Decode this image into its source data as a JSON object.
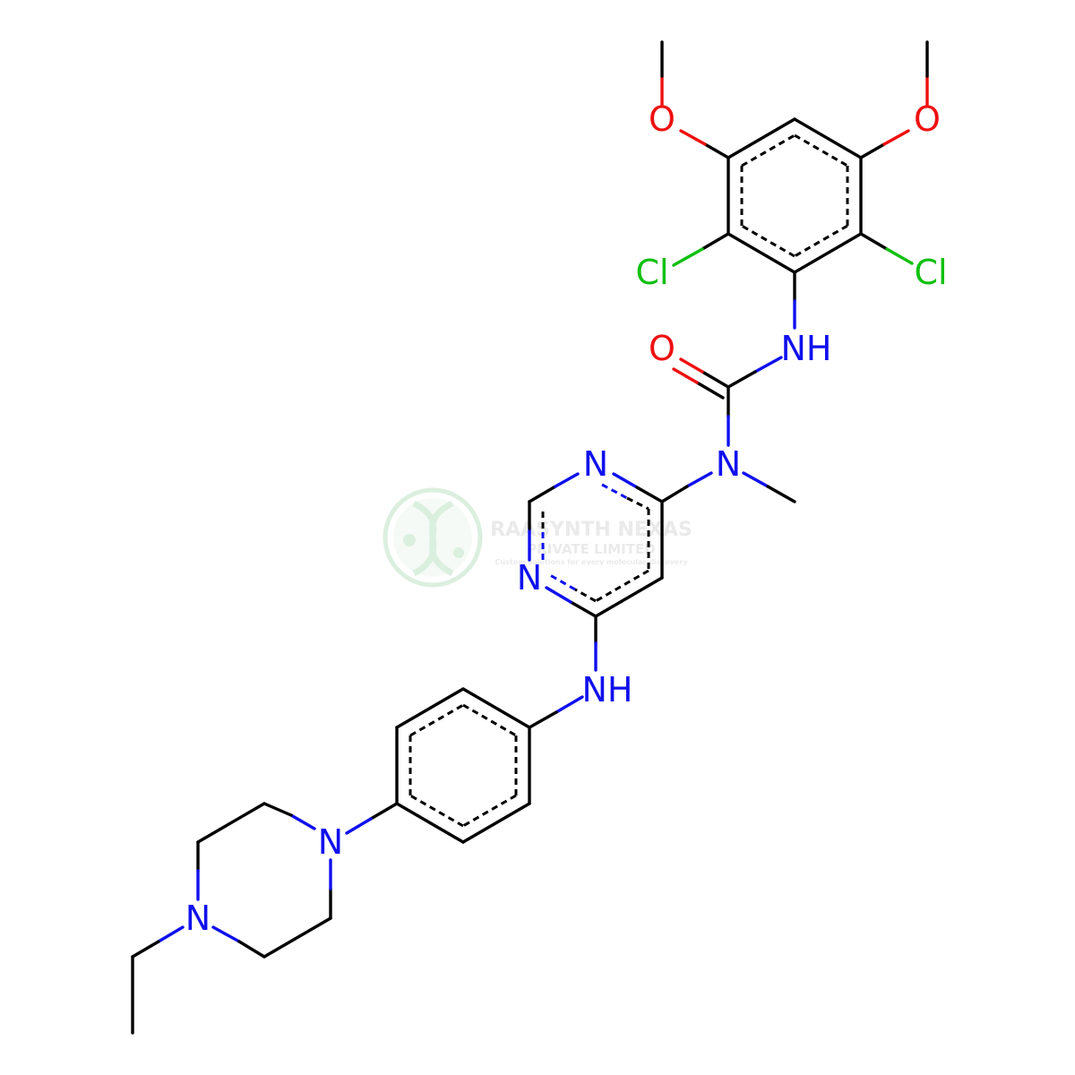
{
  "diagram": {
    "type": "chemical-structure",
    "atom_labels": {
      "o_methoxy_left": "O",
      "o_methoxy_right": "O",
      "cl_left": "Cl",
      "cl_right": "Cl",
      "nh_urea": "NH",
      "o_carbonyl": "O",
      "n_methyl": "N",
      "n_pyrimidine_top": "N",
      "n_pyrimidine_left": "N",
      "nh_aniline": "NH",
      "n_piperazine_1": "N",
      "n_piperazine_4": "N"
    },
    "colors": {
      "carbon_bond": "#000000",
      "nitrogen": "#1010ee",
      "oxygen": "#ee1010",
      "chlorine": "#10c010"
    }
  },
  "watermark": {
    "company": "RAASYNTH NEXAS",
    "subtitle": "PRIVATE LIMITED",
    "tagline": "Custom solutions for every molecular discovery",
    "colors": {
      "logo": "#bfe3c5",
      "text": "#d9d9d9"
    }
  }
}
